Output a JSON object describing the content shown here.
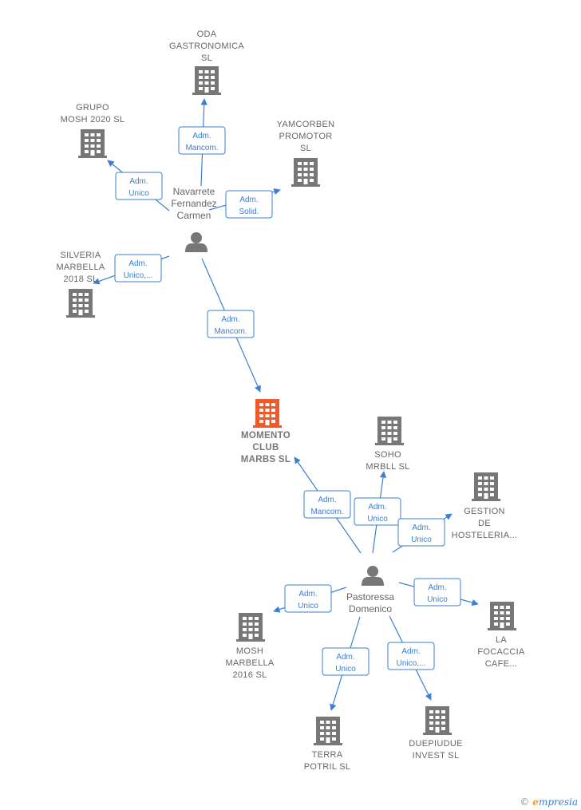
{
  "companies": [
    {
      "id": "oda",
      "lines": [
        "ODA",
        "GASTRONOMICA",
        "SL"
      ]
    },
    {
      "id": "grupo",
      "lines": [
        "GRUPO",
        "MOSH 2020  SL"
      ]
    },
    {
      "id": "yamcorben",
      "lines": [
        "YAMCORBEN",
        "PROMOTOR",
        "SL"
      ]
    },
    {
      "id": "silveria",
      "lines": [
        "SILVERIA",
        "MARBELLA",
        "2018  SL"
      ]
    },
    {
      "id": "momento",
      "lines": [
        "MOMENTO",
        "CLUB",
        "MARBS  SL"
      ],
      "main": true
    },
    {
      "id": "soho",
      "lines": [
        "SOHO",
        "MRBLL  SL"
      ]
    },
    {
      "id": "gestion",
      "lines": [
        "GESTION",
        "DE",
        "HOSTELERIA..."
      ]
    },
    {
      "id": "focaccia",
      "lines": [
        "LA",
        "FOCACCIA",
        "CAFE..."
      ]
    },
    {
      "id": "mosh2016",
      "lines": [
        "MOSH",
        "MARBELLA",
        "2016  SL"
      ]
    },
    {
      "id": "terra",
      "lines": [
        "TERRA",
        "POTRIL  SL"
      ]
    },
    {
      "id": "duepiudue",
      "lines": [
        "DUEPIUDUE",
        "INVEST  SL"
      ]
    }
  ],
  "persons": [
    {
      "id": "navarrete",
      "lines": [
        "Navarrete",
        "Fernandez",
        "Carmen"
      ]
    },
    {
      "id": "pastoressa",
      "lines": [
        "Pastoressa",
        "Domenico"
      ]
    }
  ],
  "edges": [
    {
      "from": "navarrete",
      "to": "oda",
      "lines": [
        "Adm.",
        "Mancom."
      ]
    },
    {
      "from": "navarrete",
      "to": "grupo",
      "lines": [
        "Adm.",
        "Unico"
      ]
    },
    {
      "from": "navarrete",
      "to": "yamcorben",
      "lines": [
        "Adm.",
        "Solid."
      ]
    },
    {
      "from": "navarrete",
      "to": "silveria",
      "lines": [
        "Adm.",
        "Unico,..."
      ]
    },
    {
      "from": "navarrete",
      "to": "momento",
      "lines": [
        "Adm.",
        "Mancom."
      ]
    },
    {
      "from": "pastoressa",
      "to": "momento",
      "lines": [
        "Adm.",
        "Mancom."
      ]
    },
    {
      "from": "pastoressa",
      "to": "soho",
      "lines": [
        "Adm.",
        "Unico"
      ]
    },
    {
      "from": "pastoressa",
      "to": "gestion",
      "lines": [
        "Adm.",
        "Unico"
      ]
    },
    {
      "from": "pastoressa",
      "to": "focaccia",
      "lines": [
        "Adm.",
        "Unico"
      ]
    },
    {
      "from": "pastoressa",
      "to": "mosh2016",
      "lines": [
        "Adm.",
        "Unico"
      ]
    },
    {
      "from": "pastoressa",
      "to": "terra",
      "lines": [
        "Adm.",
        "Unico"
      ]
    },
    {
      "from": "pastoressa",
      "to": "duepiudue",
      "lines": [
        "Adm.",
        "Unico,..."
      ]
    }
  ],
  "colors": {
    "edge": "#3a7fd5",
    "building": "#777777",
    "building_main": "#f05a28",
    "person": "#777777"
  },
  "footer": {
    "copyright": "©",
    "brand_initial": "e",
    "brand_rest": "mpresia"
  }
}
